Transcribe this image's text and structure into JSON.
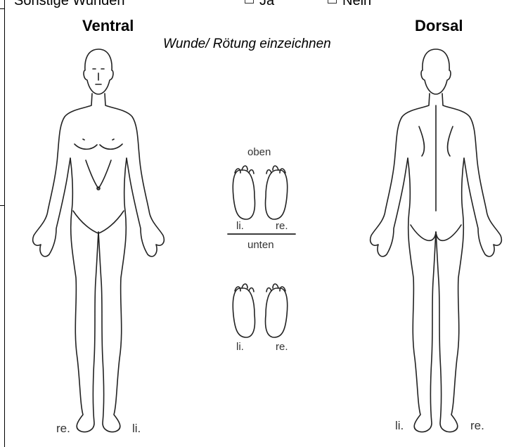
{
  "form": {
    "question": "Sonstige Wunden",
    "option_yes": "Ja",
    "option_no": "Nein",
    "checkbox_glyph": "□"
  },
  "views": {
    "ventral": "Ventral",
    "dorsal": "Dorsal",
    "instruction": "Wunde/ Rötung einzeichnen"
  },
  "body_labels": {
    "ventral_right": "re.",
    "ventral_left": "li.",
    "dorsal_left": "li.",
    "dorsal_right": "re."
  },
  "feet": {
    "top_label": "oben",
    "bottom_label": "unten",
    "left": "li.",
    "right": "re."
  }
}
